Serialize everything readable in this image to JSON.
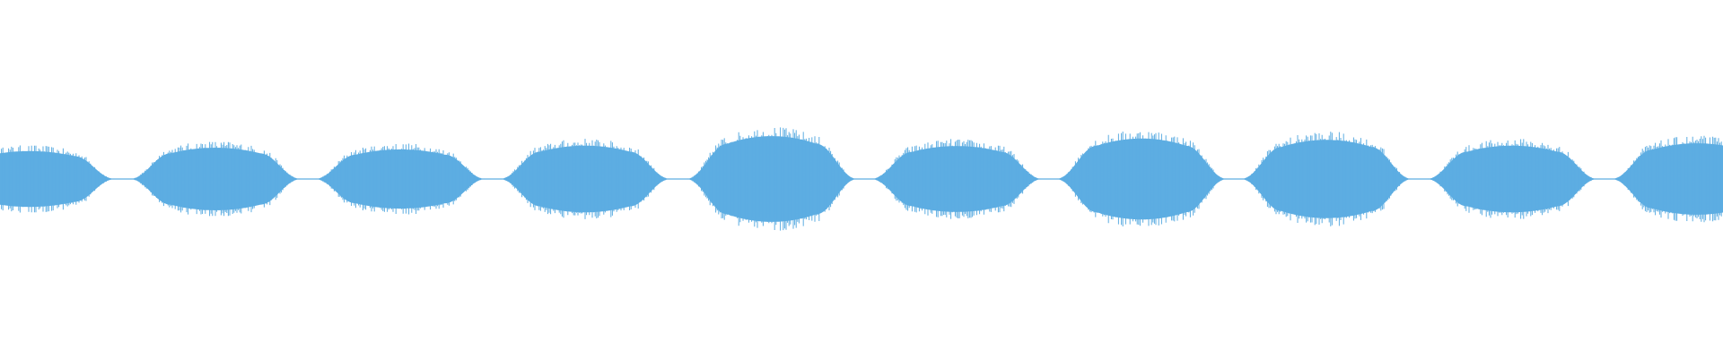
{
  "waveform": {
    "color": "#5dade2",
    "background": "#ffffff",
    "burst_count": 10,
    "bursts": [
      {
        "index": 1,
        "amplitude": 0.82
      },
      {
        "index": 2,
        "amplitude": 0.92
      },
      {
        "index": 3,
        "amplitude": 0.87
      },
      {
        "index": 4,
        "amplitude": 0.98
      },
      {
        "index": 5,
        "amplitude": 1.26
      },
      {
        "index": 6,
        "amplitude": 0.97
      },
      {
        "index": 7,
        "amplitude": 1.19
      },
      {
        "index": 8,
        "amplitude": 1.15
      },
      {
        "index": 9,
        "amplitude": 0.98
      },
      {
        "index": 10,
        "amplitude": 1.05
      }
    ]
  }
}
